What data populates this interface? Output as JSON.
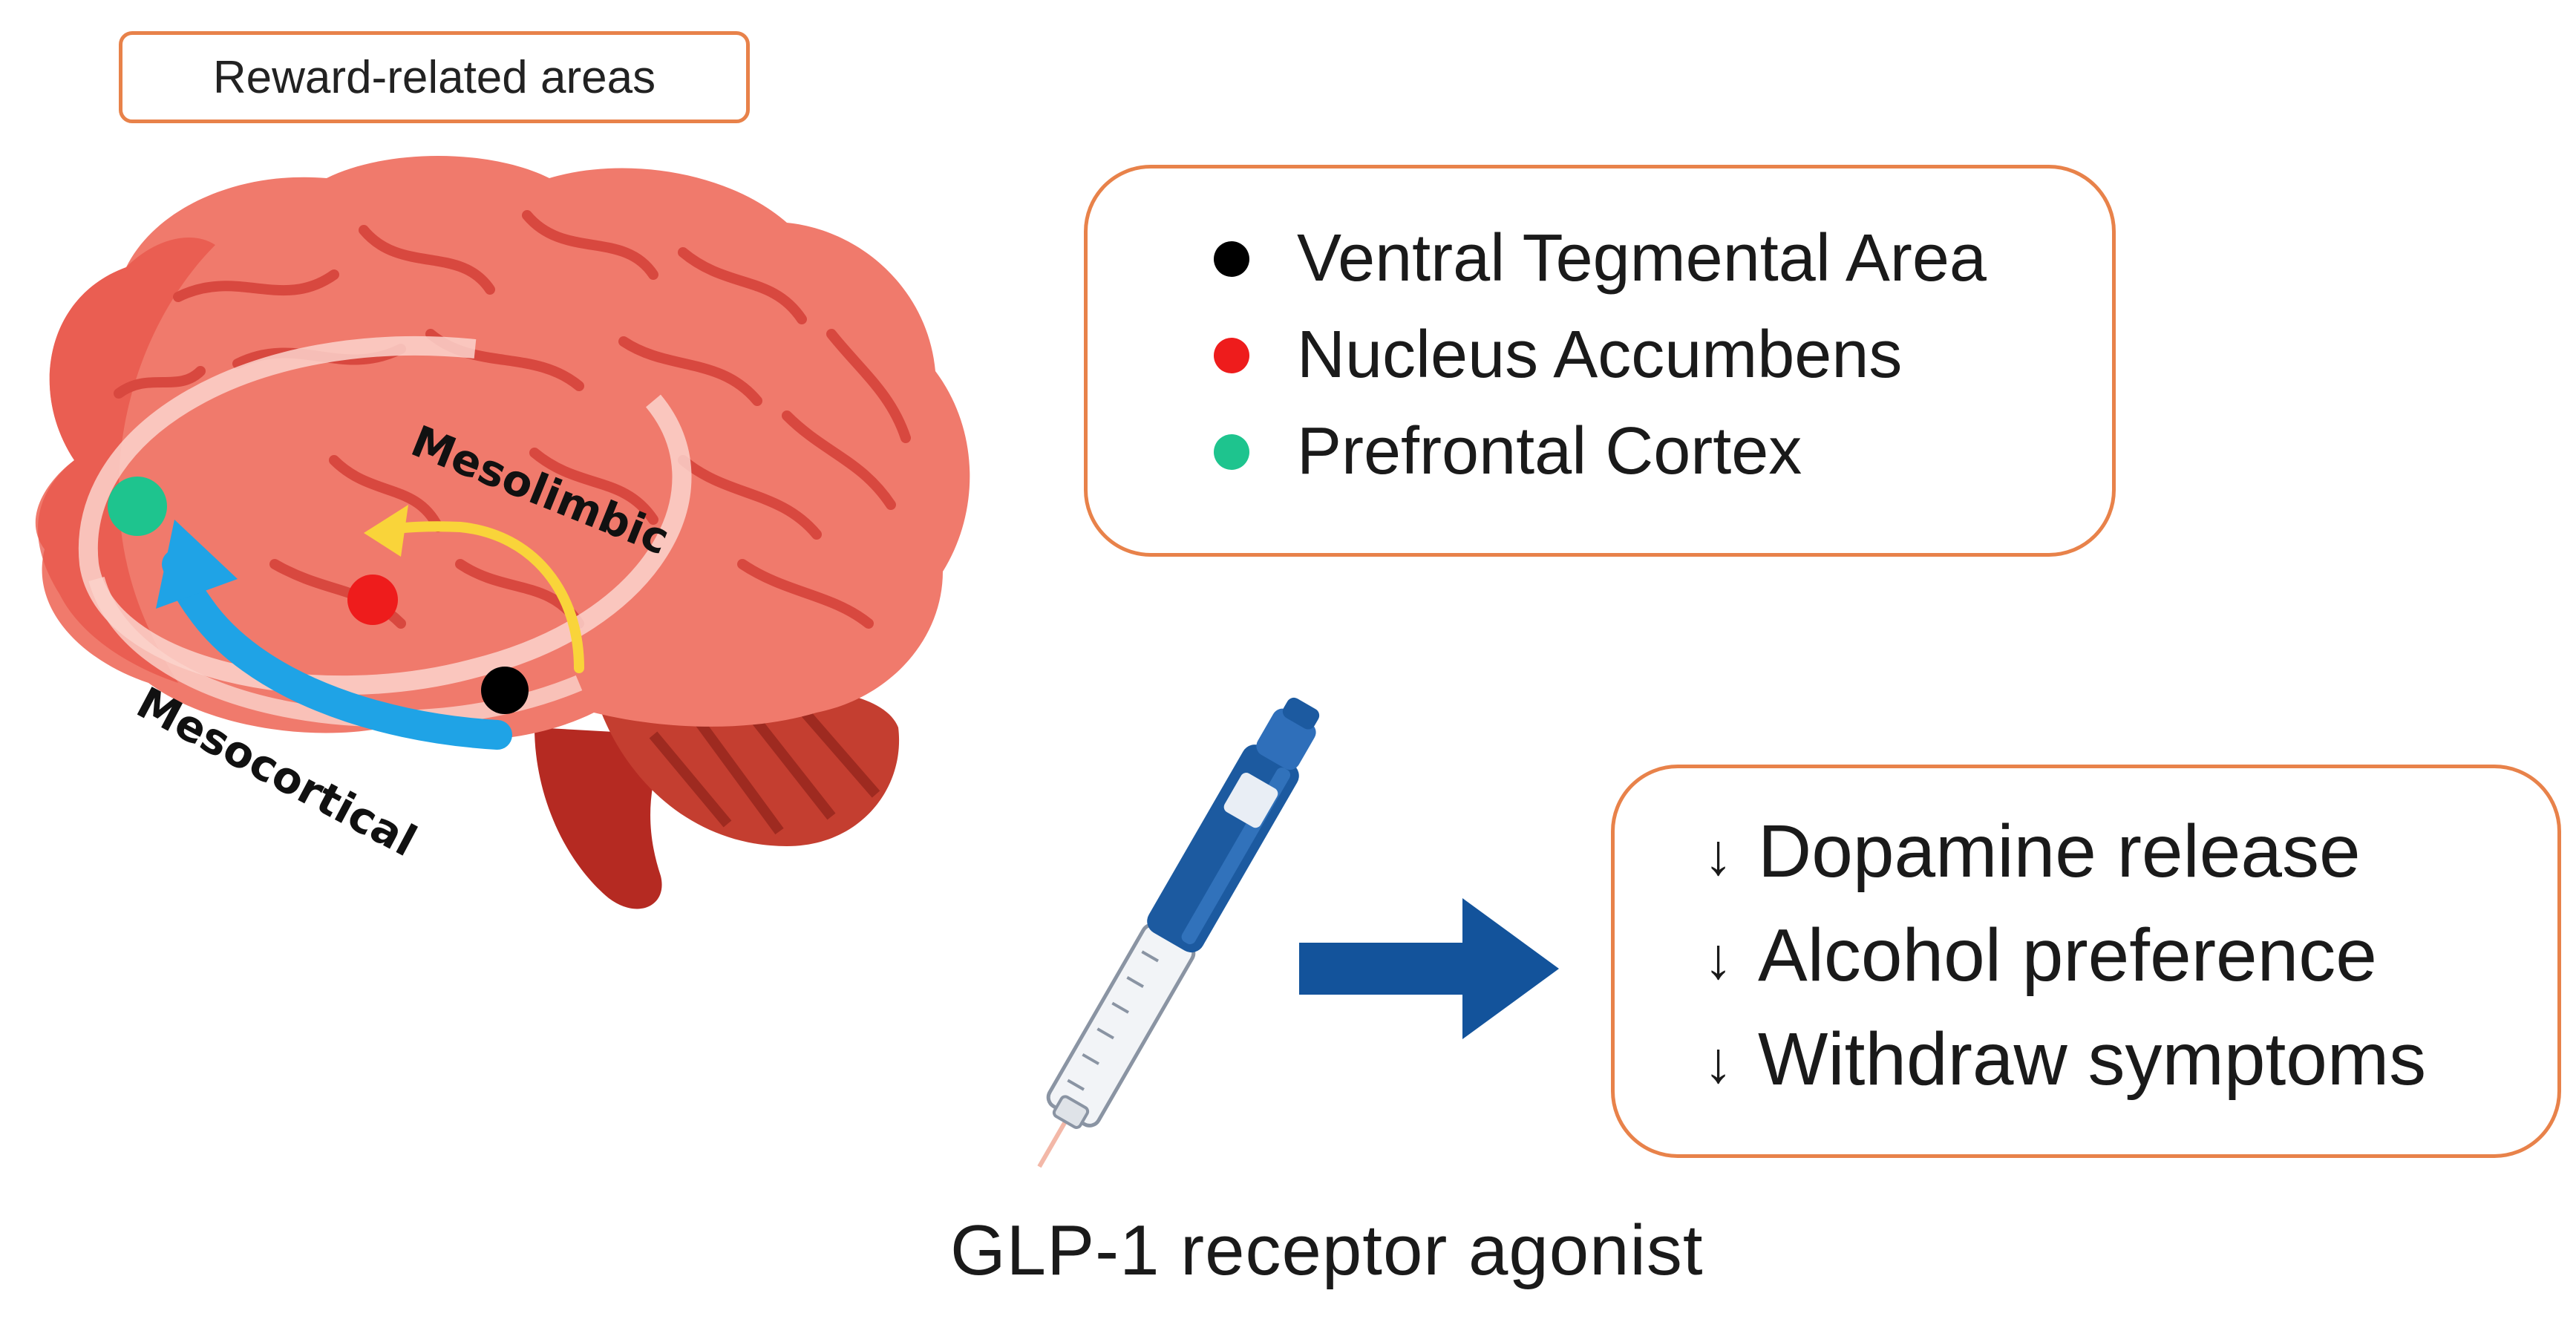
{
  "title": "Reward-related areas",
  "pathways": {
    "mesolimbic": "Mesolimbic",
    "mesocortical": "Mesocortical"
  },
  "legend": [
    {
      "label": "Ventral Tegmental Area",
      "color": "#000000"
    },
    {
      "label": "Nucleus Accumbens",
      "color": "#ee1c1c"
    },
    {
      "label": "Prefrontal Cortex",
      "color": "#1ec48e"
    }
  ],
  "effects": [
    {
      "arrow": "↓",
      "label": "Dopamine release"
    },
    {
      "arrow": "↓",
      "label": "Alcohol preference"
    },
    {
      "arrow": "↓",
      "label": "Withdraw symptoms"
    }
  ],
  "drug_label": "GLP-1 receptor agonist",
  "colors": {
    "box_border": "#e8824a",
    "brain": "#f07a6c",
    "mesolimbic_arrow": "#f9d43a",
    "mesocortical_arrow": "#1fa3e6",
    "pen_blue": "#1c5aa0",
    "big_arrow": "#13539b"
  }
}
